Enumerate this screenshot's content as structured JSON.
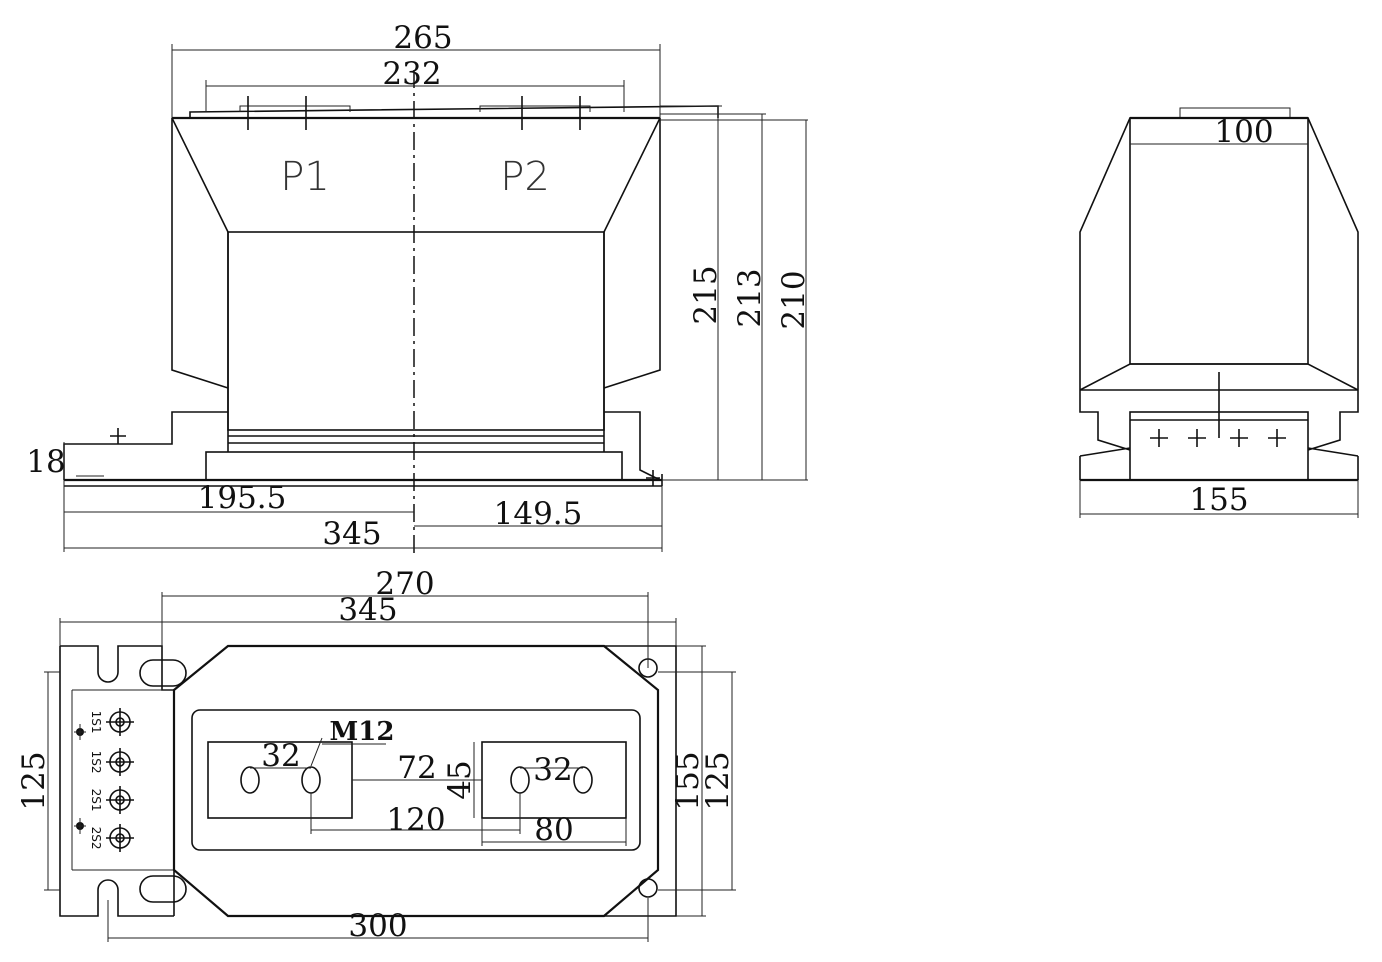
{
  "front_view": {
    "dims": {
      "top_width": "265",
      "terminal_span": "232",
      "height_a": "215",
      "height_b": "213",
      "height_c": "210",
      "base_thickness": "18",
      "left_offset": "195.5",
      "right_offset": "149.5",
      "overall_length": "345"
    },
    "terminals": {
      "p1": "P1",
      "p2": "P2"
    }
  },
  "side_view": {
    "dims": {
      "top_width": "100",
      "base_width": "155"
    }
  },
  "top_view": {
    "dims": {
      "mount_inner": "270",
      "overall_length": "345",
      "left_height": "125",
      "right_outer": "155",
      "right_inner": "125",
      "bolt_pitch_left": "32",
      "bolt_pitch_right": "32",
      "bolt_thread": "M12",
      "pad_gap": "72",
      "pad_height": "45",
      "bolt_center_span": "120",
      "pad_width": "80",
      "bottom_mount": "300"
    },
    "secondary_terminals": [
      "1S1",
      "1S2",
      "2S1",
      "2S2"
    ]
  }
}
